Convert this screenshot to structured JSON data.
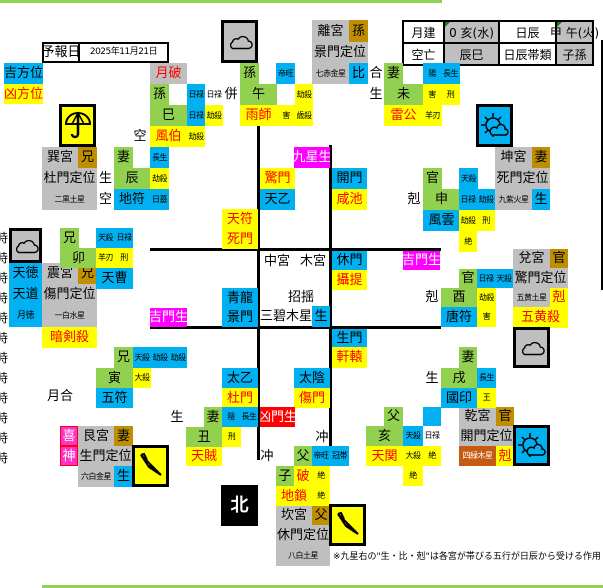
{
  "header": {
    "forecast_label": "予報日",
    "forecast_date": "2025年11月21日"
  },
  "legend": {
    "lucky": "吉方位",
    "unlucky": "凶方位"
  },
  "info_table": {
    "month_label": "月建",
    "month_value": "0 亥(水)",
    "day_label": "日辰",
    "day_value": "甲 午(火)",
    "void_label": "空亡",
    "void_value": "辰巳",
    "day_class_label": "日辰帯類",
    "day_class_value": "子孫"
  },
  "weather_icons": [
    "umbrella-open",
    "cloud",
    "sun-cloud",
    "cloud",
    "cloud",
    "umbrella-closed",
    "sun-cloud",
    "umbrella-closed"
  ],
  "si": [
    "月破",
    "孫",
    "巳",
    "日禄",
    "日禄",
    "日禄",
    "劫殺",
    "風伯",
    "劫殺",
    "空",
    "併"
  ],
  "wu": [
    "孫",
    "午",
    "帝旺",
    "劫殺",
    "歳殺",
    "雨師",
    "害"
  ],
  "li": [
    "離宮",
    "孫",
    "景門定位",
    "七赤金星",
    "比"
  ],
  "wei": [
    "合",
    "生",
    "妻",
    "未",
    "陽",
    "長生",
    "害",
    "刑",
    "雷公",
    "羊刃"
  ],
  "kun": [
    "坤宮",
    "妻",
    "死門定位",
    "九紫火星",
    "生"
  ],
  "shen": [
    "官",
    "申",
    "剋",
    "天殺",
    "日禄",
    "劫殺",
    "風雲",
    "劫殺",
    "刑",
    "絶"
  ],
  "xun": [
    "巽宮",
    "兄",
    "杜門定位",
    "二黒土星"
  ],
  "chen": [
    "生",
    "空",
    "妻",
    "辰",
    "長生",
    "劫殺",
    "地符",
    "日墓"
  ],
  "center": [
    "九星生",
    "驚門",
    "天乙",
    "開門",
    "咸池",
    "天符",
    "死門",
    "中宮",
    "木宮",
    "招揺",
    "三碧木星",
    "生",
    "青龍",
    "景門",
    "吉門生",
    "休門",
    "攝提",
    "吉門生",
    "生門",
    "軒轅",
    "太乙",
    "杜門",
    "太陰",
    "傷門",
    "凶門生",
    "冲",
    "冲",
    "北"
  ],
  "zhen": [
    "天徳",
    "天道",
    "月徳",
    "震宮",
    "兄",
    "傷門定位",
    "一白水星",
    "暗剣殺"
  ],
  "mao": [
    "兄",
    "卯",
    "天殺",
    "日禄",
    "羊刃",
    "刑",
    "天曹"
  ],
  "yin": [
    "兄",
    "寅",
    "天殺",
    "劫殺",
    "劫殺",
    "大殺",
    "五符",
    "月合"
  ],
  "chou": [
    "生",
    "妻",
    "丑",
    "陰",
    "長生",
    "刑",
    "天賊"
  ],
  "gen": [
    "喜",
    "神",
    "艮宮",
    "妻",
    "生門定位",
    "六白金星",
    "生"
  ],
  "zi": [
    "父",
    "帝旺",
    "冠帯",
    "子",
    "破",
    "絶",
    "地鎖",
    "絶",
    "坎宮",
    "父",
    "休門定位",
    "八白土星"
  ],
  "hai": [
    "父",
    "亥",
    "天殺",
    "日禄",
    "天関",
    "大殺",
    "絶",
    "絶"
  ],
  "qian": [
    "乾宮",
    "官",
    "開門定位",
    "四緑木星",
    "剋"
  ],
  "you": [
    "官",
    "酉",
    "剋",
    "日禄",
    "天殺",
    "劫殺",
    "唐符",
    "害"
  ],
  "dui": [
    "兌宮",
    "官",
    "驚門定位",
    "五黄土星",
    "剋",
    "五黄殺"
  ],
  "xu": [
    "妻",
    "戌",
    "生",
    "長生",
    "國印",
    "王"
  ],
  "side_hours": [
    "時",
    "時",
    "時",
    "時",
    "時",
    "時",
    "時",
    "時",
    "時",
    "時",
    "時",
    "時"
  ],
  "note": "※九星右の\"生・比・剋\"は各宮が帯びる五行が日辰から受ける作用"
}
